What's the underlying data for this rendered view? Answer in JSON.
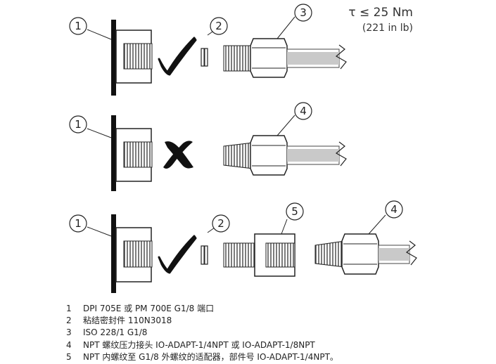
{
  "torque": {
    "main": "τ ≤ 25 Nm",
    "sub": "(221 in lb)"
  },
  "callouts": {
    "row1": {
      "port": "1",
      "seal": "2",
      "fitting": "3"
    },
    "row2": {
      "port": "1",
      "fitting": "4"
    },
    "row3": {
      "port": "1",
      "seal": "2",
      "adapter": "5",
      "fitting": "4"
    }
  },
  "marks": {
    "row1": "check",
    "row2": "cross",
    "row3": "check"
  },
  "legend": [
    {
      "num": "1",
      "text": "DPI 705E 或 PM 700E G1/8 端口"
    },
    {
      "num": "2",
      "text": "粘结密封件 110N3018"
    },
    {
      "num": "3",
      "text": "ISO 228/1 G1/8"
    },
    {
      "num": "4",
      "text": "NPT 螺纹压力接头 IO-ADAPT-1/4NPT 或 IO-ADAPT-1/8NPT"
    },
    {
      "num": "5",
      "text": "NPT 内螺纹至 G1/8 外螺纹的适配器，部件号 IO-ADAPT-1/4NPT。"
    }
  ]
}
